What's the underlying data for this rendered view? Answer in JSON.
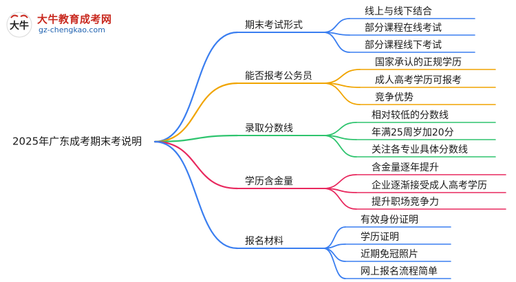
{
  "logo": {
    "glyph": "大牛",
    "title": "大牛教育成考网",
    "url": "gz-chengkao.com"
  },
  "root": "2025年广东成考期末考说明",
  "branches": [
    {
      "label": "期末考试形式",
      "color": "#3a7ef0",
      "leaves": [
        "线上与线下结合",
        "部分课程在线考试",
        "部分课程线下考试"
      ]
    },
    {
      "label": "能否报考公务员",
      "color": "#f0a400",
      "leaves": [
        "国家承认的正规学历",
        "成人高考学历可报考",
        "竞争优势"
      ]
    },
    {
      "label": "录取分数线",
      "color": "#2ec46e",
      "leaves": [
        "相对较低的分数线",
        "年满25周岁加20分",
        "关注各专业具体分数线"
      ]
    },
    {
      "label": "学历含金量",
      "color": "#e8285e",
      "leaves": [
        "含金量逐年提升",
        "企业逐渐接受成人高考学历",
        "提升职场竞争力"
      ]
    },
    {
      "label": "报名材料",
      "color": "#3a7ef0",
      "leaves": [
        "有效身份证明",
        "学历证明",
        "近期免冠照片",
        "网上报名流程简单"
      ]
    }
  ]
}
